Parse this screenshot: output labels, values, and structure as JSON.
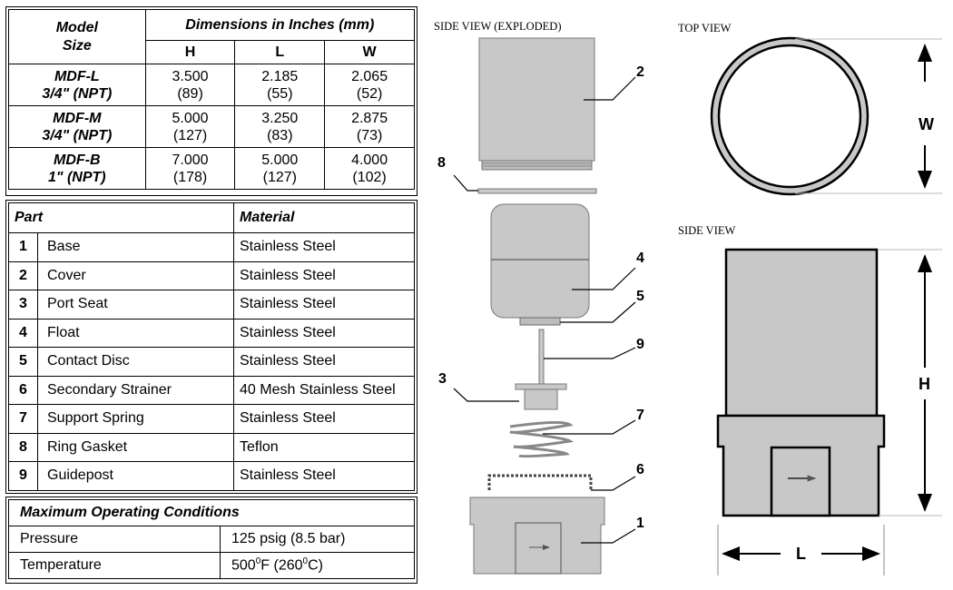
{
  "dimensions_table": {
    "model_size_header": "Model Size",
    "dims_header": "Dimensions in Inches (mm)",
    "col_h": "H",
    "col_l": "L",
    "col_w": "W",
    "rows": [
      {
        "model": "MDF-L",
        "conn": "3/4\" (NPT)",
        "h": "3.500",
        "h_mm": "(89)",
        "l": "2.185",
        "l_mm": "(55)",
        "w": "2.065",
        "w_mm": "(52)"
      },
      {
        "model": "MDF-M",
        "conn": "3/4\" (NPT)",
        "h": "5.000",
        "h_mm": "(127)",
        "l": "3.250",
        "l_mm": "(83)",
        "w": "2.875",
        "w_mm": "(73)"
      },
      {
        "model": "MDF-B",
        "conn": "1\" (NPT)",
        "h": "7.000",
        "h_mm": "(178)",
        "l": "5.000",
        "l_mm": "(127)",
        "w": "4.000",
        "w_mm": "(102)"
      }
    ]
  },
  "parts_table": {
    "part_header": "Part",
    "material_header": "Material",
    "rows": [
      {
        "num": "1",
        "part": "Base",
        "material": "Stainless Steel"
      },
      {
        "num": "2",
        "part": "Cover",
        "material": "Stainless Steel"
      },
      {
        "num": "3",
        "part": "Port Seat",
        "material": "Stainless Steel"
      },
      {
        "num": "4",
        "part": "Float",
        "material": "Stainless Steel"
      },
      {
        "num": "5",
        "part": "Contact Disc",
        "material": "Stainless Steel"
      },
      {
        "num": "6",
        "part": "Secondary Strainer",
        "material": "40 Mesh Stainless Steel"
      },
      {
        "num": "7",
        "part": "Support Spring",
        "material": "Stainless Steel"
      },
      {
        "num": "8",
        "part": "Ring Gasket",
        "material": "Teflon"
      },
      {
        "num": "9",
        "part": "Guidepost",
        "material": "Stainless Steel"
      }
    ]
  },
  "conditions_table": {
    "header": "Maximum Operating Conditions",
    "pressure_label": "Pressure",
    "pressure_value": "125 psig (8.5 bar)",
    "temperature_label": "Temperature",
    "temperature_value_f": "500",
    "temperature_unit_f": "F (260",
    "temperature_unit_c": "C)",
    "degree_mark": "0"
  },
  "drawings": {
    "side_exploded_label": "SIDE VIEW (EXPLODED)",
    "top_view_label": "TOP VIEW",
    "side_view_label": "SIDE VIEW",
    "dim_w": "W",
    "dim_h": "H",
    "dim_l": "L",
    "callouts": [
      "2",
      "8",
      "4",
      "5",
      "9",
      "3",
      "7",
      "6",
      "1"
    ],
    "fill_color": "#c8c8c8"
  }
}
